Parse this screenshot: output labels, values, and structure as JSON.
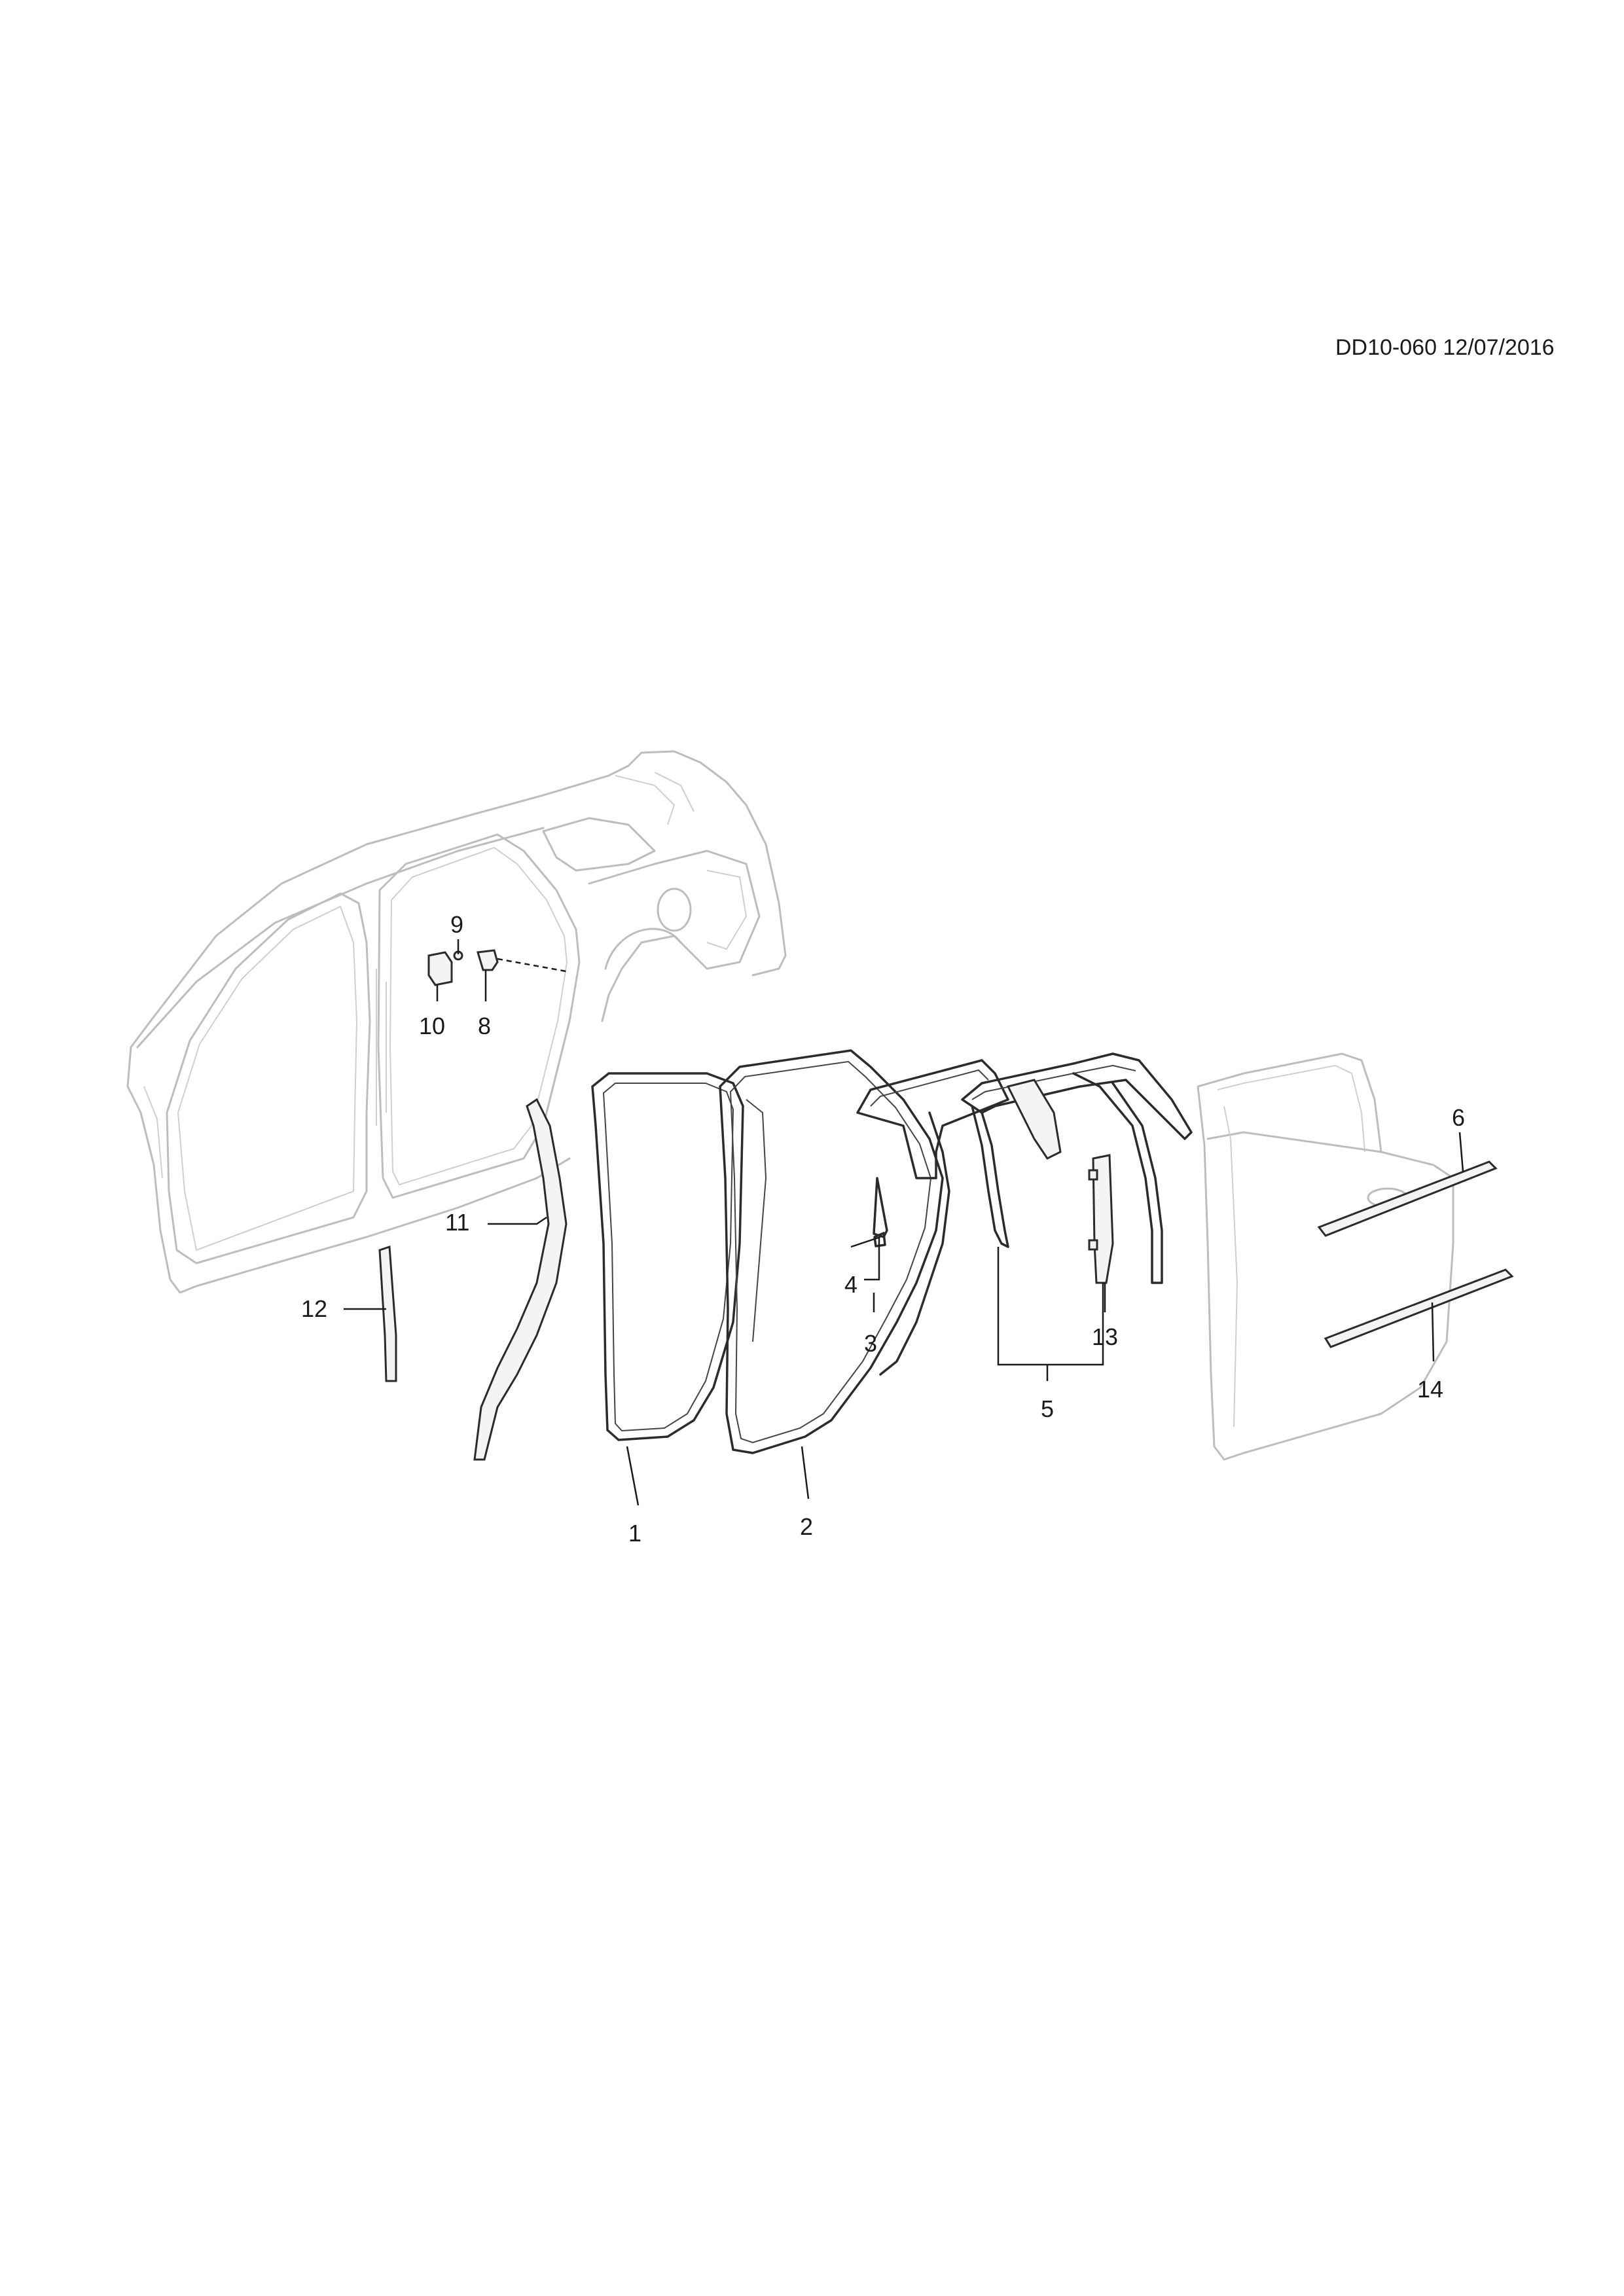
{
  "header": {
    "doc_id": "DD10-060 12/07/2016"
  },
  "callouts": {
    "c1": "1",
    "c2": "2",
    "c3": "3",
    "c4": "4",
    "c5": "5",
    "c6": "6",
    "c8": "8",
    "c9": "9",
    "c10": "10",
    "c11": "11",
    "c12": "12",
    "c13": "13",
    "c14": "14"
  }
}
